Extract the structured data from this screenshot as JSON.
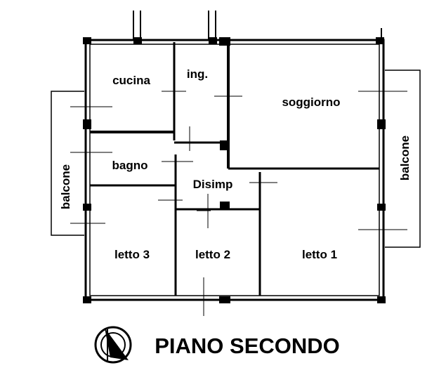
{
  "rooms": {
    "kitchen": "cucina",
    "entrance": "ing.",
    "living": "soggiorno",
    "bathroom": "bagno",
    "hallway": "Disimp",
    "bedroom3": "letto 3",
    "bedroom2": "letto 2",
    "bedroom1": "letto 1",
    "balcony_left": "balcone",
    "balcony_right": "balcone"
  },
  "title": "PIANO SECONDO",
  "icons": {
    "north": "north-arrow-icon"
  }
}
